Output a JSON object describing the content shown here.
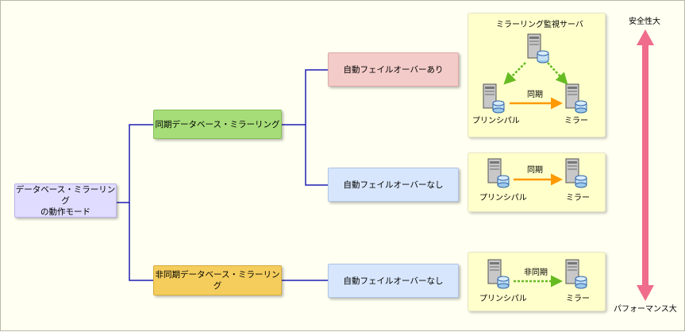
{
  "root": {
    "line1": "データベース・ミラーリング",
    "line2": "の動作モード"
  },
  "modes": {
    "sync": "同期データベース・ミラーリング",
    "async": "非同期データベース・ミラーリング"
  },
  "options": {
    "auto_failover": "自動フェイルオーバーあり",
    "no_failover_sync": "自動フェイルオーバーなし",
    "no_failover_async": "自動フェイルオーバーなし"
  },
  "panels": {
    "witness": "ミラーリング監視サーバ",
    "principal": "プリンシパル",
    "mirror": "ミラー",
    "sync_arrow": "同期",
    "async_arrow": "非同期"
  },
  "scale": {
    "top": "安全性大",
    "bottom": "パフォーマンス大"
  },
  "colors": {
    "line": "#1f1fb4",
    "root_fill": "#e0dcff",
    "sync_fill": "#a6dd78",
    "async_fill": "#f5cd5c",
    "auto_fill": "#f3cbc8",
    "none_fill": "#d7e6fc",
    "orange": "#ff9900",
    "green": "#66bb22",
    "pink": "#ef6c8c"
  }
}
